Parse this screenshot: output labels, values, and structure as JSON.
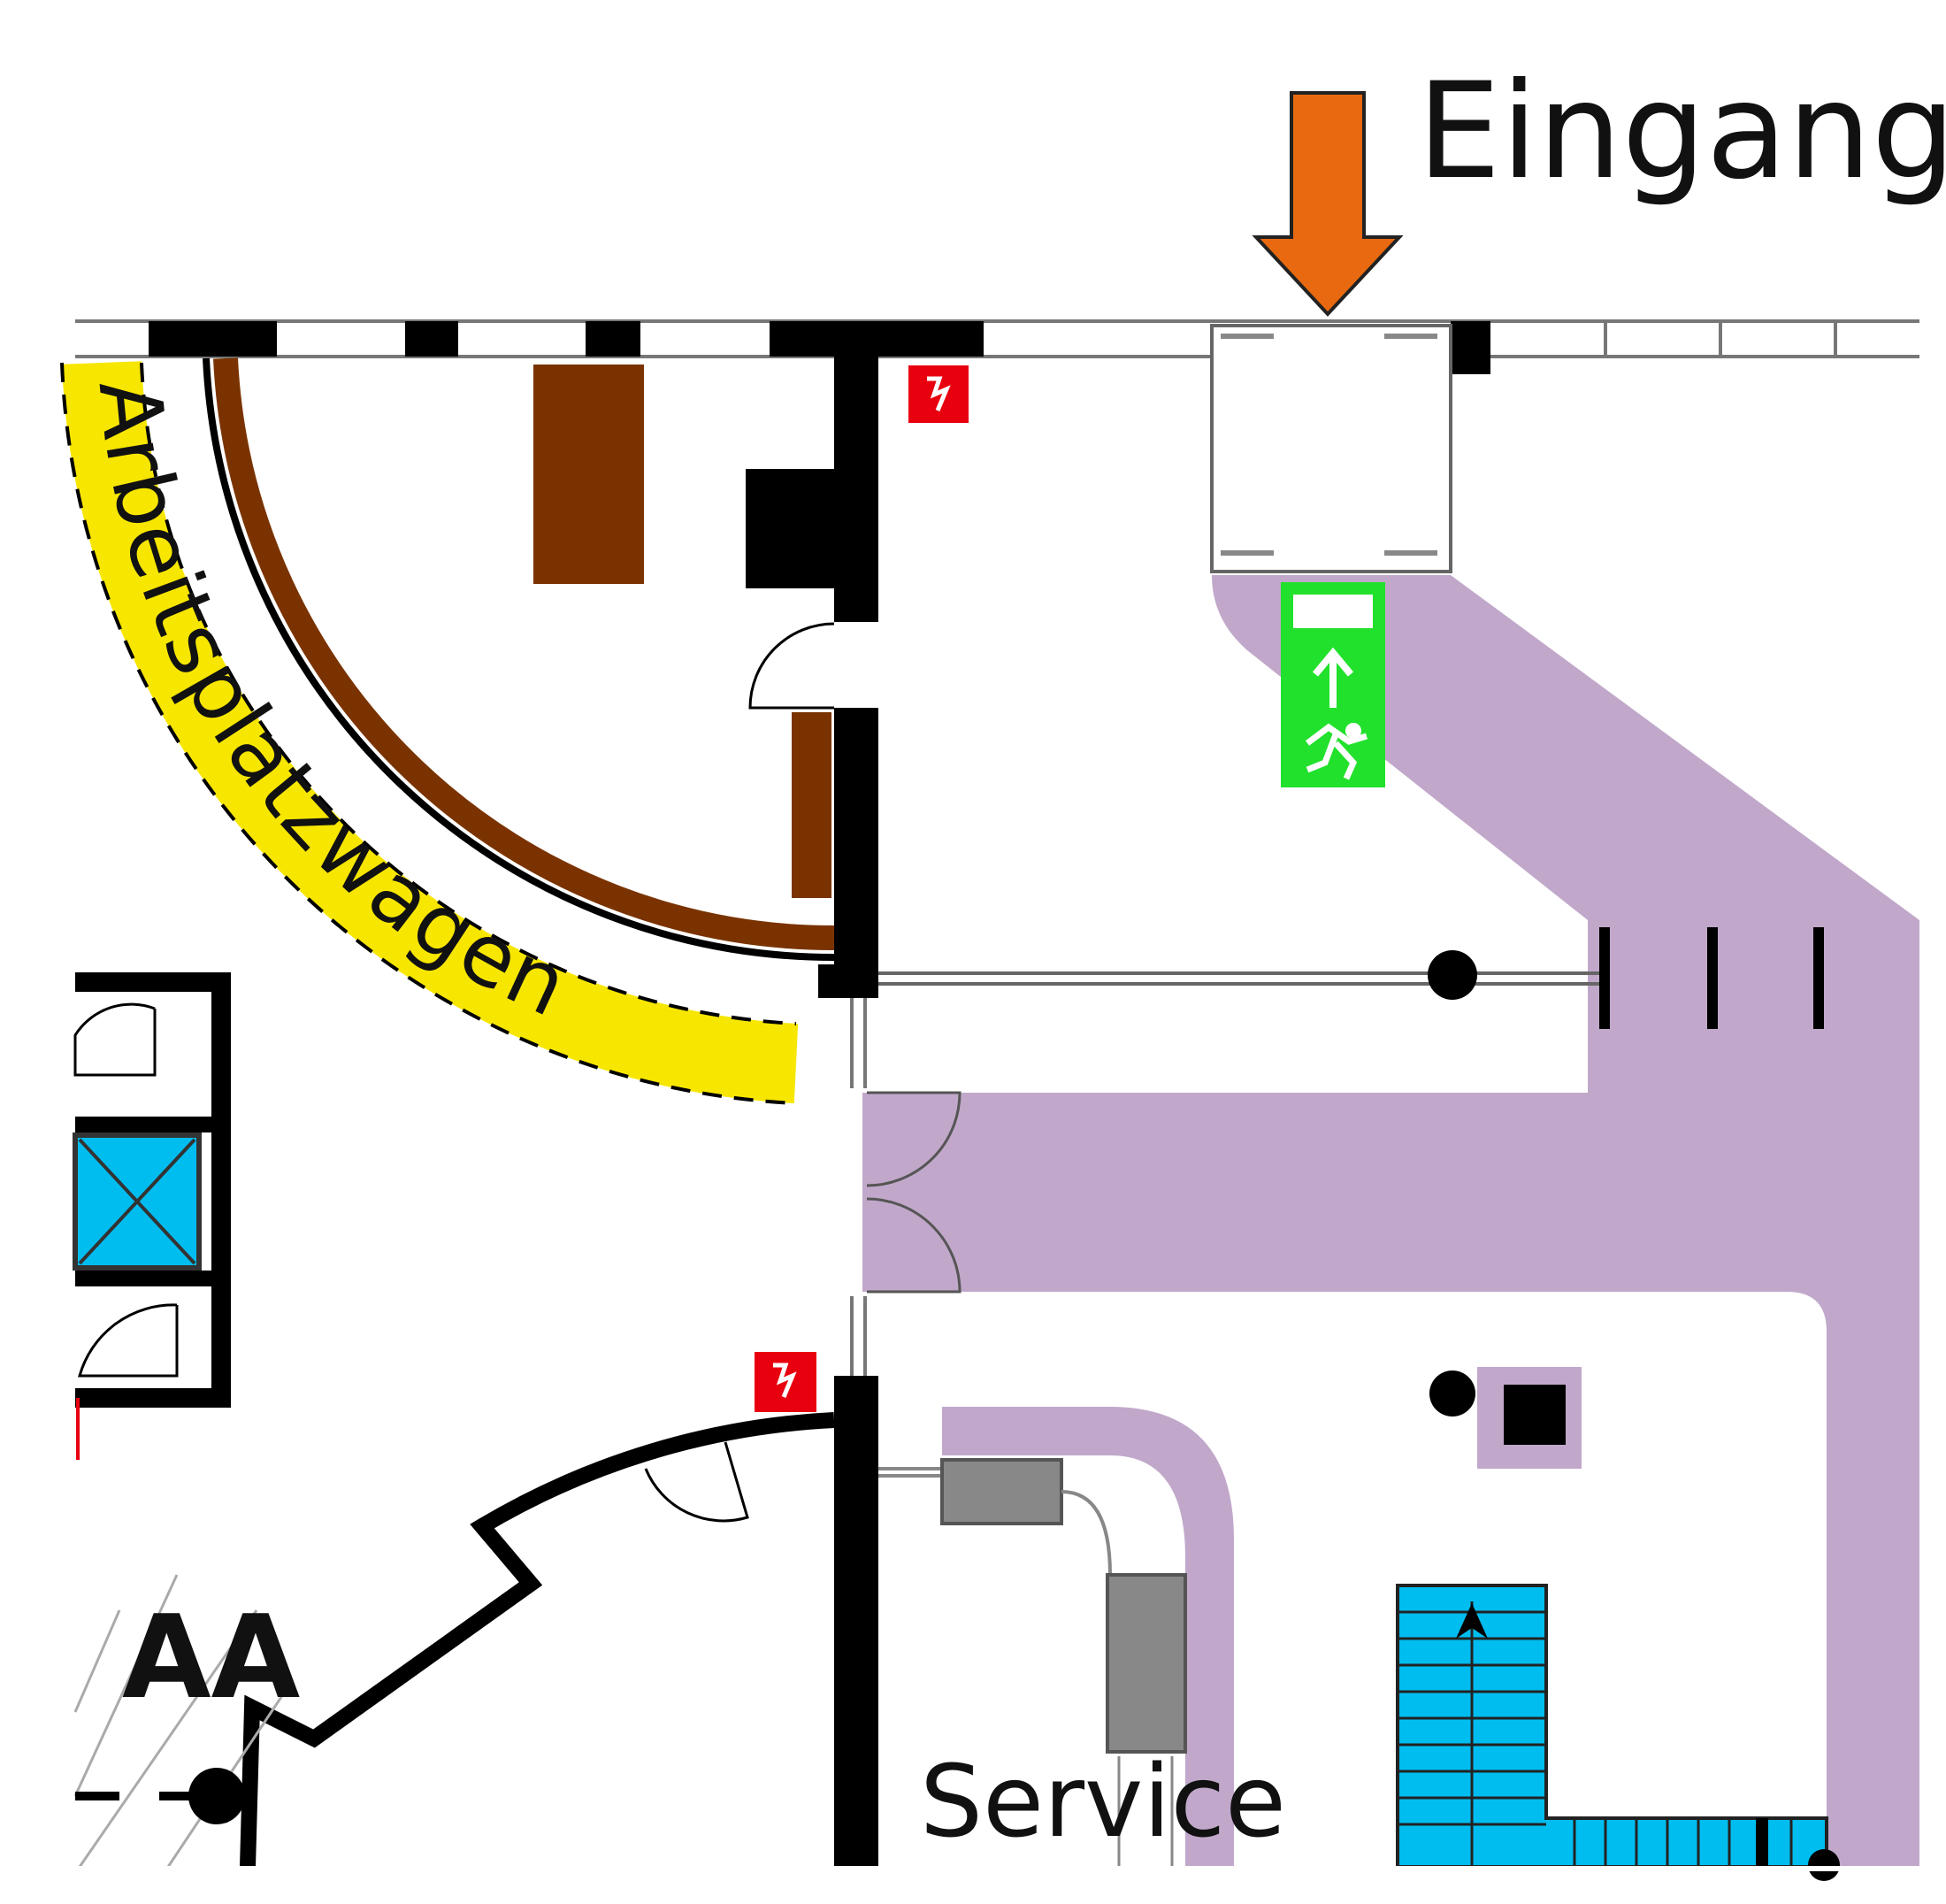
{
  "labels": {
    "entrance": "Eingang",
    "cart_area": "Arbeitsplatzwagen",
    "service": "Service",
    "room_code": "AA"
  },
  "colors": {
    "background": "#ffffff",
    "wall": "#000000",
    "furniture": "#7a3300",
    "entrance_arrow": "#e8690f",
    "walkway": "#c1a8ca",
    "cart_highlight": "#f7e600",
    "emergency_exit_sign": "#22e12c",
    "fire_extinguisher": "#e8000f",
    "stair_fill": "#00bdf0",
    "elevator_fill": "#00bdf0",
    "service_counter": "#888888"
  },
  "icons": {
    "entrance_marker": "down-arrow-icon",
    "exit_sign": "emergency-exit-running-man-icon",
    "extinguisher": "fire-extinguisher-icon",
    "elevator": "elevator-cross-icon",
    "stairs_direction": "up-arrow-icon"
  }
}
